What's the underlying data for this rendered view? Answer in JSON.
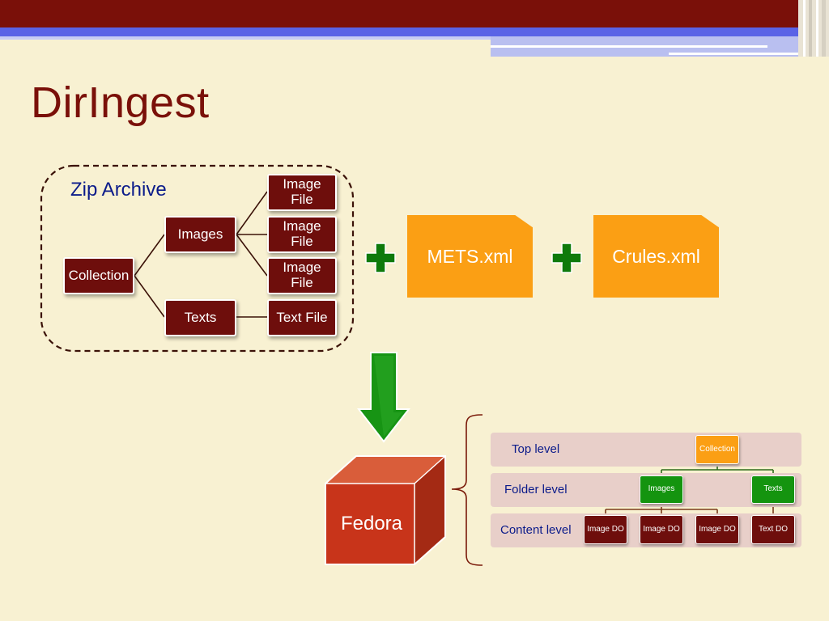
{
  "slide": {
    "title": "DirIngest",
    "colors": {
      "title": "#7a1009",
      "header": "#7a1009",
      "accent_blue": "#5a63e6",
      "background": "#f8f1d2"
    }
  },
  "zip_archive": {
    "label": "Zip Archive",
    "nodes": {
      "collection": "Collection",
      "images": "Images",
      "texts": "Texts",
      "image_file_1": "Image\nFile",
      "image_file_2": "Image\nFile",
      "image_file_3": "Image\nFile",
      "text_file": "Text File"
    },
    "node_color": "#6e0e0c"
  },
  "metadata_files": {
    "mets": "METS.xml",
    "crules": "Crules.xml",
    "file_color": "#fb9f14"
  },
  "operators": {
    "plus_icon": "plus-icon",
    "plus_color": "#0e7a0b"
  },
  "arrow": {
    "icon": "arrow-down-icon",
    "color": "#179414"
  },
  "fedora": {
    "label": "Fedora",
    "icon": "cube-icon",
    "color": "#c8341a"
  },
  "fedora_levels": {
    "top_level": "Top level",
    "folder_level": "Folder level",
    "content_level": "Content level",
    "nodes": {
      "collection": "Collection",
      "images": "Images",
      "texts": "Texts",
      "image_do_1": "Image DO",
      "image_do_2": "Image DO",
      "image_do_3": "Image DO",
      "text_do": "Text DO"
    }
  }
}
